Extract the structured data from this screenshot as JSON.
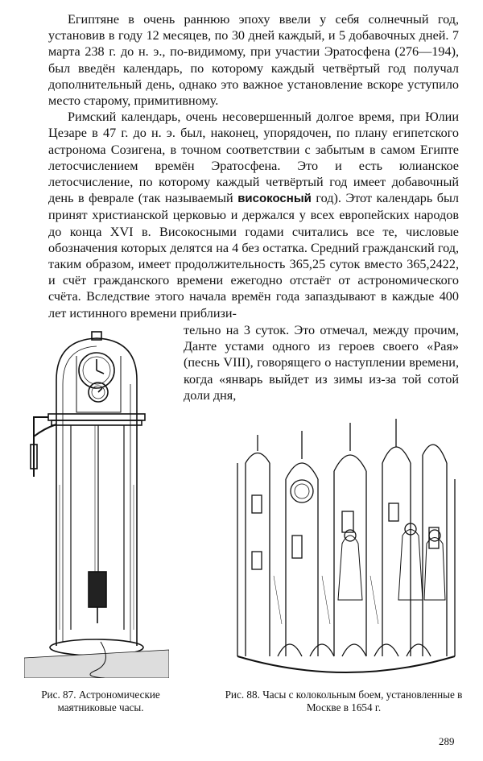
{
  "body": {
    "para1": "Египтяне в очень раннюю эпоху ввели у себя солнечный год, установив в году 12 месяцев, по 30 дней каждый, и 5 добавочных дней. 7 марта 238 г. до н. э., по-видимому, при участии Эратосфена (276—194), был введён календарь, по которому каждый четвёртый год получал дополнительный день, однако это важное установление вскоре уступило место старому, примитивному.",
    "para2_before_bold": "Римский календарь, очень несовершенный долгое время, при Юлии Цезаре в 47 г. до н. э. был, наконец, упорядочен, по плану египетского астронома Созигена, в точном соответствии с забытым в самом Египте летосчислением времён Эратосфена. Это и есть юлианское летосчисление, по которому каждый четвёртый год имеет добавочный день в феврале (так называемый ",
    "para2_bold": "високосный",
    "para2_after_bold": " год). Этот календарь был принят христианской церковью и держался у всех европейских народов до конца XVI в. Високосными годами считались все те, числовые обозначения которых делятся на 4 без остатка. Средний гражданский год, таким образом, имеет продолжительность 365,25 суток вместо 365,2422, и счёт гражданского времени ежегодно отстаёт от астрономического счёта. Вследствие этого начала времён года запаздывают в каждые 400 лет истинного времени приблизи-",
    "para2_wrap": "тельно на 3 суток. Это отмечал, между прочим, Данте устами одного из героев своего «Рая» (песнь VIII), говорящего о наступлении времени, когда «январь выйдет из зимы из-за той сотой доли дня,"
  },
  "figures": {
    "fig87_caption": "Рис. 87. Астрономические маятниковые часы.",
    "fig88_caption": "Рис. 88. Часы с колокольным боем, установленные в Москве в 1654 г."
  },
  "page_number": "289"
}
